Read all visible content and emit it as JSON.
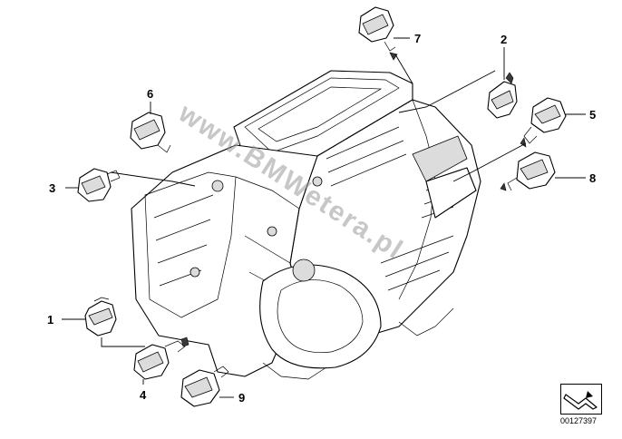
{
  "diagram": {
    "callouts": [
      {
        "id": "1",
        "label": "1"
      },
      {
        "id": "2",
        "label": "2"
      },
      {
        "id": "3",
        "label": "3"
      },
      {
        "id": "4",
        "label": "4"
      },
      {
        "id": "5",
        "label": "5"
      },
      {
        "id": "6",
        "label": "6"
      },
      {
        "id": "7",
        "label": "7"
      },
      {
        "id": "8",
        "label": "8"
      },
      {
        "id": "9",
        "label": "9"
      }
    ],
    "watermark": "www.BMWetera.pl",
    "document_number": "00127397",
    "nav_icon": "arrow-return-icon"
  }
}
